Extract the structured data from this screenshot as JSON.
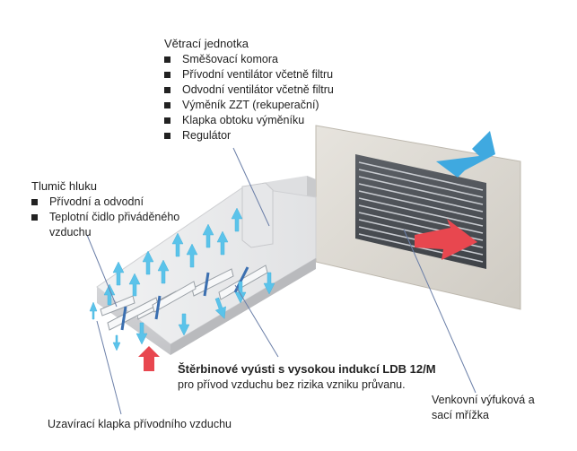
{
  "labels": {
    "unit": {
      "title": "Větrací jednotka",
      "items": [
        "Směšovací komora",
        "Přívodní ventilátor včetně filtru",
        "Odvodní ventilátor včetně filtru",
        "Výměník ZZT (rekuperační)",
        "Klapka obtoku výměníku",
        "Regulátor"
      ]
    },
    "silencer": {
      "title": "Tlumič hluku",
      "items": [
        "Přívodní a odvodní",
        "Teplotní čidlo přiváděného",
        "vzduchu"
      ]
    },
    "outlets": {
      "title": "Štěrbinové vyústi s vysokou indukcí LDB 12/M",
      "subtitle": "pro přívod vzduchu bez rizika vzniku průvanu."
    },
    "grille": {
      "line1": "Venkovní výfuková a",
      "line2": "sací mřížka"
    },
    "damper": {
      "text": "Uzavírací klapka přívodního vzduchu"
    }
  },
  "colors": {
    "supply_arrow": "#5bc3ea",
    "intake_arrow": "#e8474f",
    "outdoor_arrow": "#3fa9e0",
    "duct": "#e3e4e6",
    "wall": "#d9d6cf"
  }
}
